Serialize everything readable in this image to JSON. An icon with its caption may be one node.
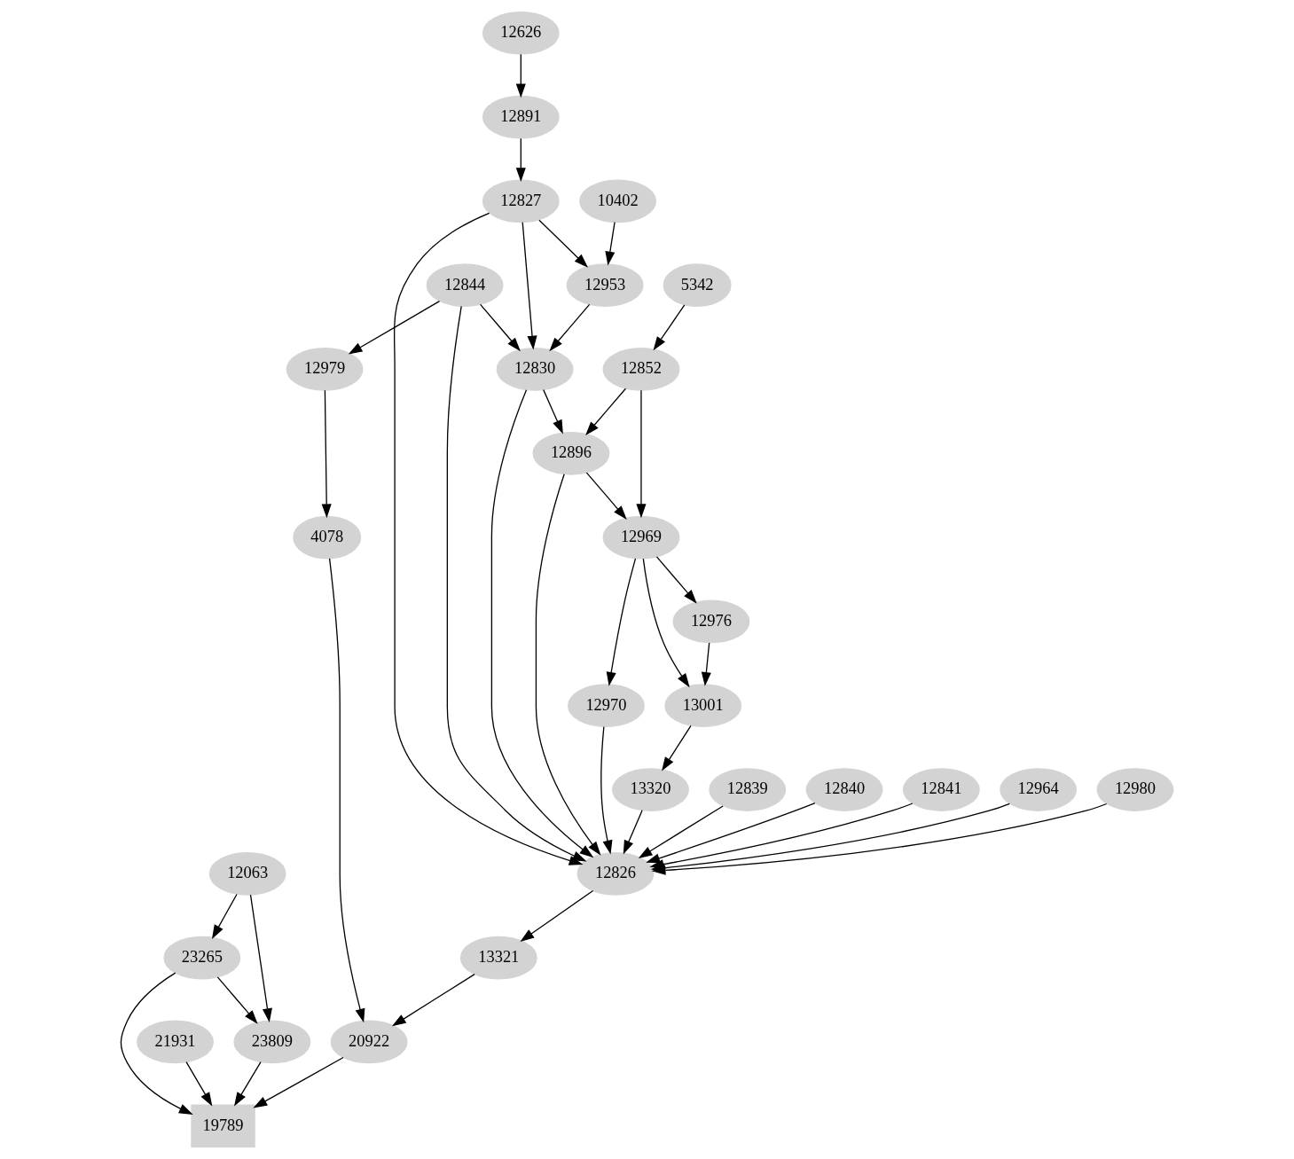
{
  "diagram": {
    "nodes": [
      {
        "text": [
          "12626"
        ]
      },
      {
        "text": [
          "12891"
        ]
      },
      {
        "text": [
          "10402"
        ]
      },
      {
        "text": [
          "12827"
        ]
      },
      {
        "text": [
          "12844"
        ]
      },
      {
        "text": [
          "12953"
        ]
      },
      {
        "text": [
          "5342"
        ]
      },
      {
        "text": [
          "12979"
        ]
      },
      {
        "text": [
          "12830"
        ]
      },
      {
        "text": [
          "12852"
        ]
      },
      {
        "text": [
          "12896"
        ]
      },
      {
        "text": [
          "4078"
        ]
      },
      {
        "text": [
          "12969"
        ]
      },
      {
        "text": [
          "12976"
        ]
      },
      {
        "text": [
          "12970"
        ]
      },
      {
        "text": [
          "13001"
        ]
      },
      {
        "text": [
          "13320"
        ]
      },
      {
        "text": [
          "12839"
        ]
      },
      {
        "text": [
          "12840"
        ]
      },
      {
        "text": [
          "12841"
        ]
      },
      {
        "text": [
          "12964"
        ]
      },
      {
        "text": [
          "12980"
        ]
      },
      {
        "text": [
          "12063"
        ]
      },
      {
        "text": [
          "12826"
        ]
      },
      {
        "text": [
          "23265"
        ]
      },
      {
        "text": [
          "13321"
        ]
      },
      {
        "text": [
          "21931"
        ]
      },
      {
        "text": [
          "23809"
        ]
      },
      {
        "text": [
          "20922"
        ]
      },
      {
        "text": [
          "19789"
        ]
      }
    ],
    "edges": [
      {
        "from": 0,
        "to": 1,
        "arrow": "to"
      },
      {
        "from": 1,
        "to": 3,
        "arrow": "to"
      },
      {
        "from": 3,
        "to": 5,
        "arrow": "to"
      },
      {
        "from": 3,
        "to": 8,
        "arrow": "to"
      },
      {
        "from": 3,
        "to": 23,
        "arrow": "to"
      },
      {
        "from": 2,
        "to": 5,
        "arrow": "to"
      },
      {
        "from": 4,
        "to": 7,
        "arrow": "to"
      },
      {
        "from": 4,
        "to": 8,
        "arrow": "to"
      },
      {
        "from": 4,
        "to": 23,
        "arrow": "to"
      },
      {
        "from": 5,
        "to": 8,
        "arrow": "to"
      },
      {
        "from": 6,
        "to": 9,
        "arrow": "to"
      },
      {
        "from": 7,
        "to": 11,
        "arrow": "to"
      },
      {
        "from": 8,
        "to": 10,
        "arrow": "to"
      },
      {
        "from": 8,
        "to": 23,
        "arrow": "to"
      },
      {
        "from": 9,
        "to": 10,
        "arrow": "to"
      },
      {
        "from": 9,
        "to": 12,
        "arrow": "to"
      },
      {
        "from": 10,
        "to": 12,
        "arrow": "to"
      },
      {
        "from": 10,
        "to": 23,
        "arrow": "to"
      },
      {
        "from": 12,
        "to": 13,
        "arrow": "to"
      },
      {
        "from": 12,
        "to": 14,
        "arrow": "to"
      },
      {
        "from": 12,
        "to": 15,
        "arrow": "to"
      },
      {
        "from": 13,
        "to": 15,
        "arrow": "to"
      },
      {
        "from": 14,
        "to": 23,
        "arrow": "to"
      },
      {
        "from": 15,
        "to": 16,
        "arrow": "to"
      },
      {
        "from": 16,
        "to": 23,
        "arrow": "to"
      },
      {
        "from": 17,
        "to": 23,
        "arrow": "to"
      },
      {
        "from": 18,
        "to": 23,
        "arrow": "to"
      },
      {
        "from": 19,
        "to": 23,
        "arrow": "to"
      },
      {
        "from": 20,
        "to": 23,
        "arrow": "to"
      },
      {
        "from": 21,
        "to": 23,
        "arrow": "to"
      },
      {
        "from": 23,
        "to": 25,
        "arrow": "to"
      },
      {
        "from": 22,
        "to": 24,
        "arrow": "to"
      },
      {
        "from": 22,
        "to": 27,
        "arrow": "to"
      },
      {
        "from": 24,
        "to": 27,
        "arrow": "to"
      },
      {
        "from": 24,
        "to": 29,
        "arrow": "to"
      },
      {
        "from": 25,
        "to": 28,
        "arrow": "to"
      },
      {
        "from": 11,
        "to": 28,
        "arrow": "to"
      },
      {
        "from": 26,
        "to": 29,
        "arrow": "to"
      },
      {
        "from": 27,
        "to": 29,
        "arrow": "to"
      },
      {
        "from": 28,
        "to": 29,
        "arrow": "to"
      }
    ]
  }
}
